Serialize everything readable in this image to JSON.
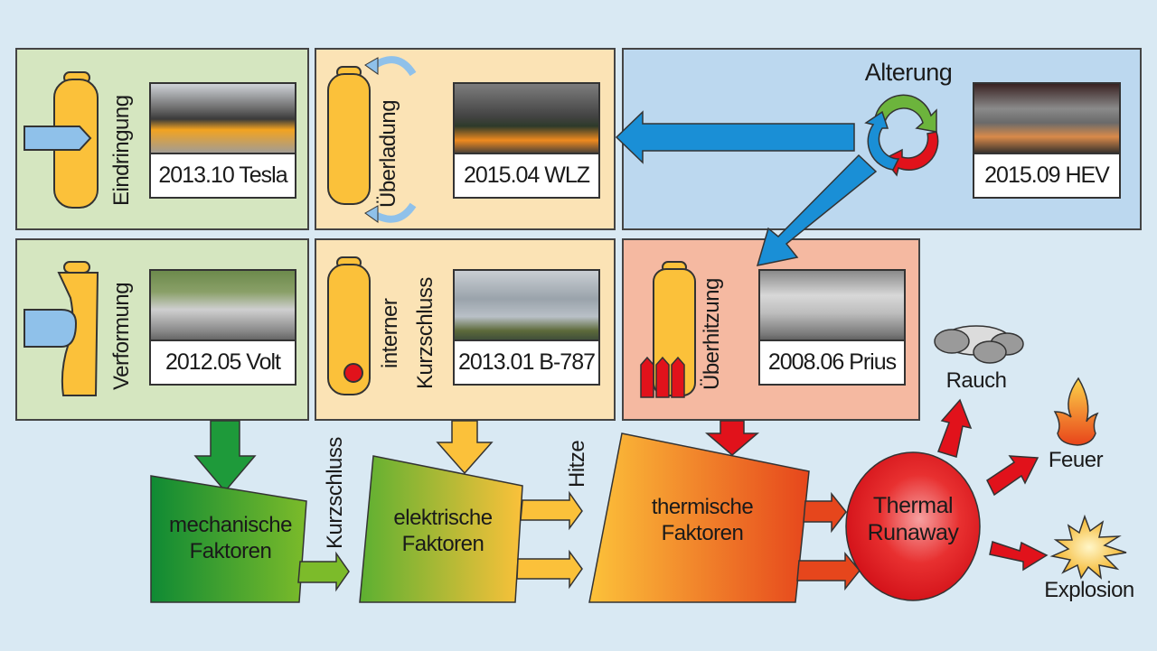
{
  "colors": {
    "background": "#d9e9f3",
    "mechanical_panel": "#d5e6c0",
    "electrical_panel": "#fbe3b5",
    "aging_panel": "#bcd8ef",
    "thermal_panel": "#f5b9a1",
    "cell": "#fbc13a",
    "arrow_blue": "#1a8fd6",
    "arrow_green": "#1e9a3a",
    "arrow_yellow": "#fbc13a",
    "arrow_red": "#e1121b"
  },
  "panels": {
    "eindringung": {
      "label": "Eindringung",
      "photo_caption": "2013.10 Tesla"
    },
    "ueberladung": {
      "label": "Überladung",
      "photo_caption": "2015.04 WLZ"
    },
    "alterung": {
      "label": "Alterung",
      "photo_caption": "2015.09 HEV"
    },
    "verformung": {
      "label": "Verformung",
      "photo_caption": "2012.05 Volt"
    },
    "kurzschluss": {
      "label_line1": "interner",
      "label_line2": "Kurzschluss",
      "photo_caption": "2013.01 B-787"
    },
    "ueberhitzung": {
      "label": "Überhitzung",
      "photo_caption": "2008.06 Prius"
    }
  },
  "flow": {
    "mechanical": {
      "line1": "mechanische",
      "line2": "Faktoren"
    },
    "electrical": {
      "line1": "elektrische",
      "line2": "Faktoren"
    },
    "thermal": {
      "line1": "thermische",
      "line2": "Faktoren"
    },
    "runaway": {
      "line1": "Thermal",
      "line2": "Runaway"
    },
    "link_mech_elec": "Kurzschluss",
    "link_elec_therm": "Hitze"
  },
  "outcomes": {
    "smoke": "Rauch",
    "fire": "Feuer",
    "explosion": "Explosion"
  }
}
